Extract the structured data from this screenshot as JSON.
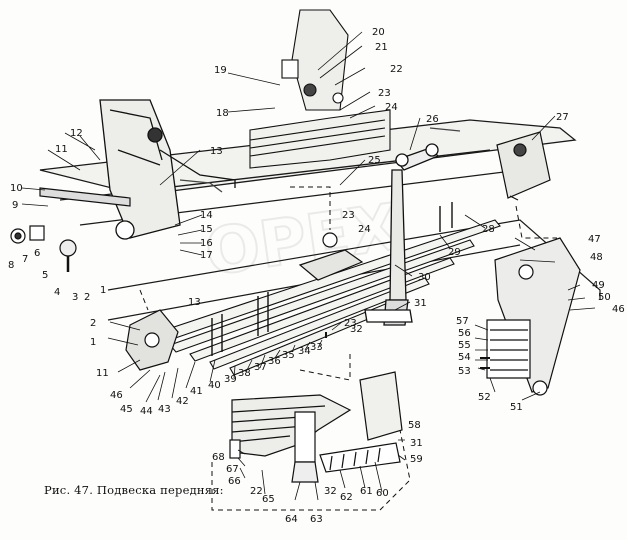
{
  "figure": {
    "caption": "Рис. 47. Подвеска передняя:",
    "watermark": "OPEX"
  },
  "callouts": [
    {
      "id": "l1",
      "text": "1"
    },
    {
      "id": "l2",
      "text": "2"
    },
    {
      "id": "l3",
      "text": "3"
    },
    {
      "id": "l4",
      "text": "4"
    },
    {
      "id": "l5",
      "text": "5"
    },
    {
      "id": "l6",
      "text": "6"
    },
    {
      "id": "l7",
      "text": "7"
    },
    {
      "id": "l8",
      "text": "8"
    },
    {
      "id": "l9",
      "text": "9"
    },
    {
      "id": "l10",
      "text": "10"
    },
    {
      "id": "l11",
      "text": "11"
    },
    {
      "id": "l12",
      "text": "12"
    },
    {
      "id": "l13",
      "text": "13"
    },
    {
      "id": "l14",
      "text": "14"
    },
    {
      "id": "l15",
      "text": "15"
    },
    {
      "id": "l16",
      "text": "16"
    },
    {
      "id": "l17",
      "text": "17"
    },
    {
      "id": "l18",
      "text": "18"
    },
    {
      "id": "l19",
      "text": "19"
    },
    {
      "id": "l20",
      "text": "20"
    },
    {
      "id": "l21",
      "text": "21"
    },
    {
      "id": "l22",
      "text": "22"
    },
    {
      "id": "l23",
      "text": "23"
    },
    {
      "id": "l24",
      "text": "24"
    },
    {
      "id": "l25",
      "text": "25"
    },
    {
      "id": "l26",
      "text": "26"
    },
    {
      "id": "l27",
      "text": "27"
    },
    {
      "id": "l28",
      "text": "28"
    },
    {
      "id": "l29",
      "text": "29"
    },
    {
      "id": "l30",
      "text": "30"
    },
    {
      "id": "l31",
      "text": "31"
    },
    {
      "id": "l32",
      "text": "32"
    },
    {
      "id": "l33",
      "text": "33"
    },
    {
      "id": "l34",
      "text": "34"
    },
    {
      "id": "l35",
      "text": "35"
    },
    {
      "id": "l36",
      "text": "36"
    },
    {
      "id": "l37",
      "text": "37"
    },
    {
      "id": "l38",
      "text": "38"
    },
    {
      "id": "l39",
      "text": "39"
    },
    {
      "id": "l40",
      "text": "40"
    },
    {
      "id": "l41",
      "text": "41"
    },
    {
      "id": "l42",
      "text": "42"
    },
    {
      "id": "l43",
      "text": "43"
    },
    {
      "id": "l44",
      "text": "44"
    },
    {
      "id": "l45",
      "text": "45"
    },
    {
      "id": "l46",
      "text": "46"
    },
    {
      "id": "l47",
      "text": "47"
    },
    {
      "id": "l48",
      "text": "48"
    },
    {
      "id": "l49",
      "text": "49"
    },
    {
      "id": "l50",
      "text": "50"
    },
    {
      "id": "l51",
      "text": "51"
    },
    {
      "id": "l52",
      "text": "52"
    },
    {
      "id": "l53",
      "text": "53"
    },
    {
      "id": "l54",
      "text": "54"
    },
    {
      "id": "l55",
      "text": "55"
    },
    {
      "id": "l56",
      "text": "56"
    },
    {
      "id": "l57",
      "text": "57"
    },
    {
      "id": "l58",
      "text": "58"
    },
    {
      "id": "l59",
      "text": "59"
    },
    {
      "id": "l60",
      "text": "60"
    },
    {
      "id": "l61",
      "text": "61"
    },
    {
      "id": "l62",
      "text": "62"
    },
    {
      "id": "l63",
      "text": "63"
    },
    {
      "id": "l64",
      "text": "64"
    },
    {
      "id": "l65",
      "text": "65"
    },
    {
      "id": "l66",
      "text": "66"
    },
    {
      "id": "l67",
      "text": "67"
    },
    {
      "id": "l68",
      "text": "68"
    },
    {
      "id": "l1b",
      "text": "1"
    },
    {
      "id": "l2b",
      "text": "2"
    },
    {
      "id": "l11b",
      "text": "11"
    },
    {
      "id": "l13b",
      "text": "13"
    },
    {
      "id": "l22b",
      "text": "22"
    },
    {
      "id": "l23b",
      "text": "23"
    },
    {
      "id": "l24b",
      "text": "24"
    },
    {
      "id": "l31b",
      "text": "31"
    },
    {
      "id": "l32b",
      "text": "32"
    }
  ]
}
